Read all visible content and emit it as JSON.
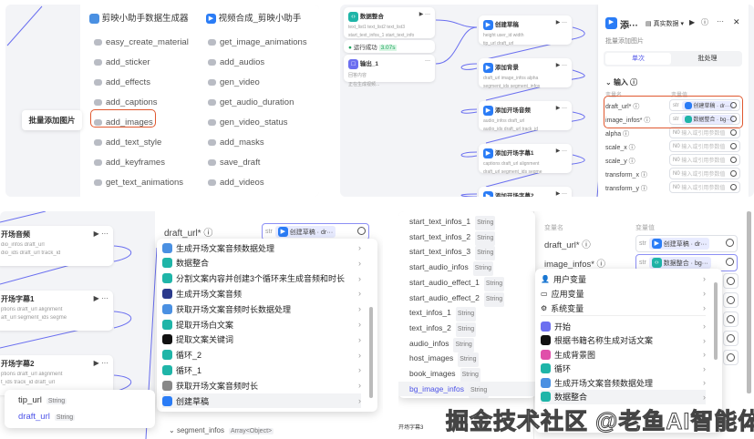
{
  "plugin_menu": {
    "groups": [
      {
        "title": "剪映小助手数据生成器",
        "items": [
          "easy_create_material",
          "add_sticker",
          "add_effects",
          "add_captions",
          "add_images",
          "add_text_style",
          "add_keyframes",
          "get_text_animations"
        ]
      },
      {
        "title": "视频合成_剪映小助手",
        "items": [
          "get_image_animations",
          "add_audios",
          "gen_video",
          "get_audio_duration",
          "gen_video_status",
          "add_masks",
          "save_draft",
          "add_videos"
        ]
      }
    ],
    "tooltip": "批量添加图片"
  },
  "workflow": {
    "left_nodes": [
      {
        "title": "数据整合",
        "rows": [
          "text_list1  text_list2  text_list3",
          "start_text_infos_1  start_text_info"
        ]
      },
      {
        "title": "输出_1",
        "rows": [
          "回答内容",
          "正在生成视频..."
        ]
      }
    ],
    "run_status": "运行成功",
    "run_time": "3.07s",
    "nodes": [
      {
        "title": "创建草稿",
        "rows": [
          "height  user_id  width",
          "tip_url  draft_url"
        ]
      },
      {
        "title": "添加背景",
        "rows": [
          "draft_url  image_infos  alpha",
          "segment_ids  segment_infos"
        ]
      },
      {
        "title": "添加开场音频",
        "rows": [
          "audio_infos  draft_url",
          "audio_ids  draft_url  track_id"
        ]
      },
      {
        "title": "添加开场字幕1",
        "rows": [
          "captions  draft_url  alignment",
          "draft_url  segment_ids  segme"
        ]
      },
      {
        "title": "添加开场字幕2",
        "rows": []
      }
    ]
  },
  "side_panel": {
    "title": "添···",
    "data_mode": "真实数据",
    "subtitle": "批量添加图片",
    "tabs": [
      "单次",
      "批处理"
    ],
    "section": "输入",
    "col_name": "变量名",
    "col_value": "变量值",
    "params": [
      {
        "name": "draft_url*",
        "type": "str",
        "ref": "创建草稿 · dr···"
      },
      {
        "name": "image_infos*",
        "type": "str",
        "ref": "数据整合 · bg···"
      },
      {
        "name": "alpha",
        "type": "N0",
        "placeholder": "输入或引用参数值"
      },
      {
        "name": "scale_x",
        "type": "N0",
        "placeholder": "输入或引用参数值"
      },
      {
        "name": "scale_y",
        "type": "N0",
        "placeholder": "输入或引用参数值"
      },
      {
        "name": "transform_x",
        "type": "N0",
        "placeholder": "输入或引用参数值"
      },
      {
        "name": "transform_y",
        "type": "N0",
        "placeholder": "输入或引用参数值"
      }
    ]
  },
  "ref_picker_1": {
    "field": "draft_url*",
    "type": "str",
    "ref": "创建草稿 · dr···",
    "nodes": [
      {
        "title": "开场音频",
        "rows": [
          "dio_infos  draft_url",
          "dio_ids  draft_url  track_id"
        ]
      },
      {
        "title": "开场字幕1",
        "rows": [
          "ptions  draft_url  alignment",
          "aft_url  segment_ids  segme"
        ]
      },
      {
        "title": "开场字幕2",
        "rows": [
          "ptions  draft_url  alignment",
          "t_ids  track_id  draft_url"
        ]
      }
    ],
    "items": [
      "生成开场文案音频数据处理",
      "数据整合",
      "分割文案内容并创建3个循环来生成音频和时长",
      "生成开场文案音频",
      "获取开场文案音频时长数据处理",
      "提取开场白文案",
      "提取文案关键词",
      "循环_2",
      "循环_1",
      "获取开场文案音频时长",
      "创建草稿"
    ],
    "outputs": [
      {
        "name": "tip_url",
        "type": "String"
      },
      {
        "name": "draft_url",
        "type": "String"
      }
    ],
    "footer": "segment_infos",
    "footer_type": "Array<Object>"
  },
  "ref_picker_2": {
    "col_name": "变量名",
    "col_value": "变量值",
    "fields": [
      {
        "name": "draft_url*",
        "type": "str",
        "ref": "创建草稿 · dr···"
      },
      {
        "name": "image_infos*",
        "type": "str",
        "ref": "数据整合 · bg···"
      }
    ],
    "outputs": [
      {
        "name": "start_text_infos_1",
        "type": "String"
      },
      {
        "name": "start_text_infos_2",
        "type": "String"
      },
      {
        "name": "start_text_infos_3",
        "type": "String"
      },
      {
        "name": "start_audio_infos",
        "type": "String"
      },
      {
        "name": "start_audio_effect_1",
        "type": "String"
      },
      {
        "name": "start_audio_effect_2",
        "type": "String"
      },
      {
        "name": "text_infos_1",
        "type": "String"
      },
      {
        "name": "text_infos_2",
        "type": "String"
      },
      {
        "name": "audio_infos",
        "type": "String"
      },
      {
        "name": "host_images",
        "type": "String"
      },
      {
        "name": "book_images",
        "type": "String"
      },
      {
        "name": "bg_image_infos",
        "type": "String"
      }
    ],
    "items": [
      "用户变量",
      "应用变量",
      "系统变量",
      "开始",
      "根据书籍名称生成对话文案",
      "生成背景图",
      "循环",
      "生成开场文案音频数据处理",
      "数据整合"
    ],
    "node_label": "开场字幕3"
  },
  "watermark": "掘金技术社区 @老鱼AI智能体",
  "colors": {
    "accent": "#4d53e8",
    "highlight": "#e0582f",
    "teal": "#1fb5a8",
    "blue": "#2a7cf6"
  }
}
